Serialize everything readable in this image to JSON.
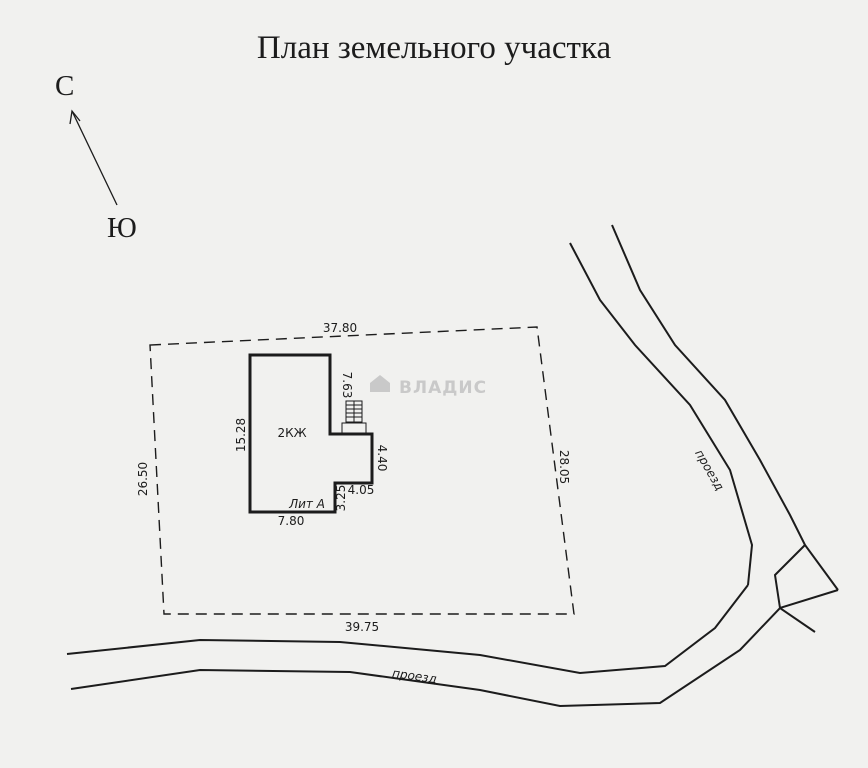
{
  "title": "План земельного участка",
  "compass": {
    "north": "С",
    "south": "Ю"
  },
  "watermark": "ВЛАДИС",
  "plot_dimensions": {
    "top": "37.80",
    "bottom": "39.75",
    "left": "26.50",
    "right": "28.05"
  },
  "building": {
    "label": "2КЖ",
    "lit": "Лит А",
    "dimensions": {
      "left": "15.28",
      "bottom": "7.80",
      "upper_right": "7.63",
      "notch_right": "4.40",
      "notch_bottom": "4.05",
      "lower_right": "3.25"
    }
  },
  "roads": {
    "diagonal": "проезд",
    "bottom": "проезд"
  },
  "colors": {
    "line": "#1c1c1c",
    "background": "#f1f1ef",
    "watermark": "#c9c9c9"
  }
}
